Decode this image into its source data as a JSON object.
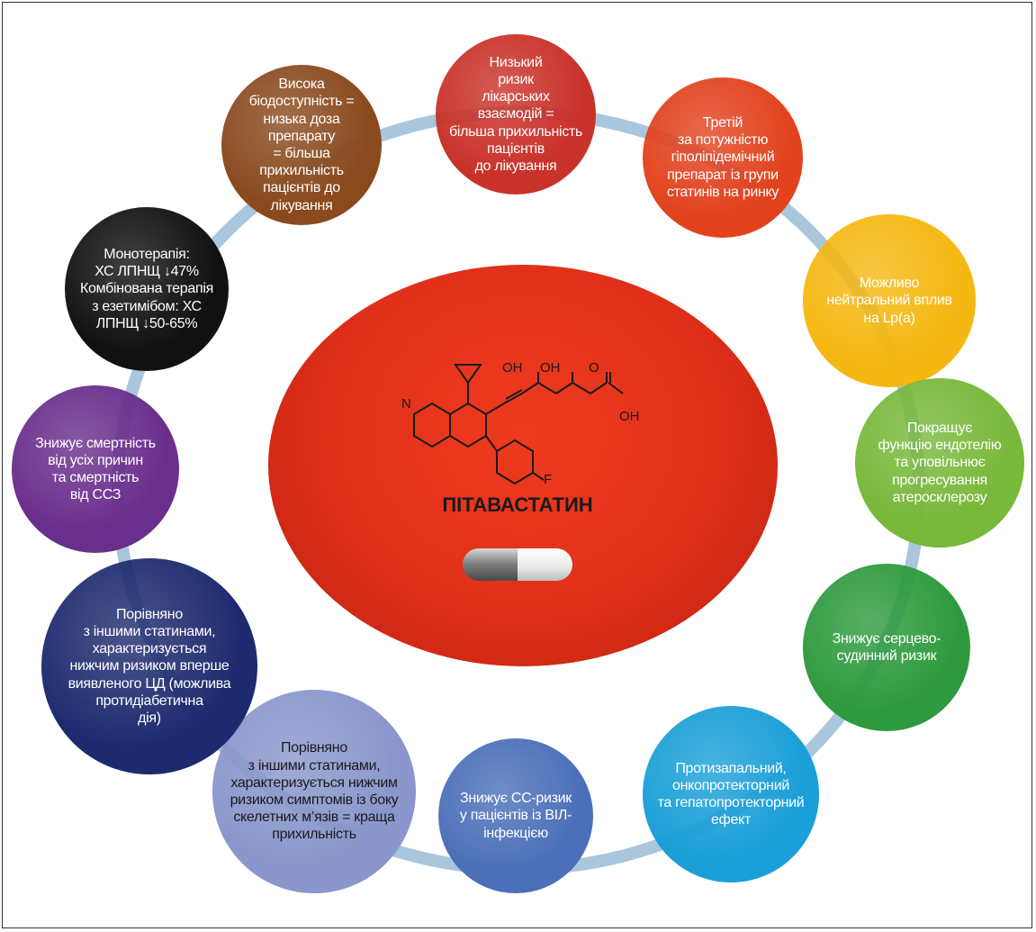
{
  "center": {
    "drug_name": "ПІТАВАСТАТИН",
    "molecule_labels": {
      "oh1": "OH",
      "oh2": "OH",
      "o": "O",
      "oh3": "OH",
      "n": "N",
      "f": "F"
    }
  },
  "nodes": [
    {
      "id": "top",
      "text": "Низький\nризик\nлікарських взаємодій =\nбільша прихильність\nпацієнтів\nдо лікування",
      "color": "#c9322a"
    },
    {
      "id": "third",
      "text": "Третій\nза потужністю\nгіполіпідемічний\nпрепарат із групи\nстатинів на ринку",
      "color": "#e2421e"
    },
    {
      "id": "lpa",
      "text": "Можливо\nнейтральний вплив\nна Lp(a)",
      "color": "#f5b812"
    },
    {
      "id": "endo",
      "text": "Покращує\nфункцію ендотелію\nта уповільнює\nпрогресування\nатеросклерозу",
      "color": "#78b83a"
    },
    {
      "id": "cv",
      "text": "Знижує серцево-\nсудинний ризик",
      "color": "#2e9a3e"
    },
    {
      "id": "anti",
      "text": "Протизапальний,\nонкопротекторний\nта гепатопротекторний\nефект",
      "color": "#1a9fd8"
    },
    {
      "id": "hiv",
      "text": "Знижує СС-ризик\nу пацієнтів із ВІЛ-\nінфекцією",
      "color": "#4b6fb8"
    },
    {
      "id": "muscle",
      "text": "Порівняно\nз іншими статинами,\nхарактеризується нижчим\nризиком симптомів із боку\nскелетних м’язів = краща\nприхильність",
      "color": "#8a96cc"
    },
    {
      "id": "diab",
      "text": "Порівняно\nз іншими статинами,\nхарактеризується\nнижчим ризиком вперше\nвиявленого ЦД (можлива\nпротидіабетична\nдія)",
      "color": "#1e2a6e"
    },
    {
      "id": "mort",
      "text": "Знижує смертність\nвід усіх причин\nта смертність\nвід ССЗ",
      "color": "#6a2e8c"
    },
    {
      "id": "mono",
      "text": "Монотерапія:\nХС ЛПНЩ ↓47%\nКомбінована терапія\nз езетимібом: ХС\nЛПНЩ ↓50-65%",
      "color": "#111111"
    },
    {
      "id": "bio",
      "text": "Висока\nбіодоступність =\nнизька доза препарату\n= більша прихильність\nпацієнтів до\nлікування",
      "color": "#8a4a1e"
    }
  ]
}
